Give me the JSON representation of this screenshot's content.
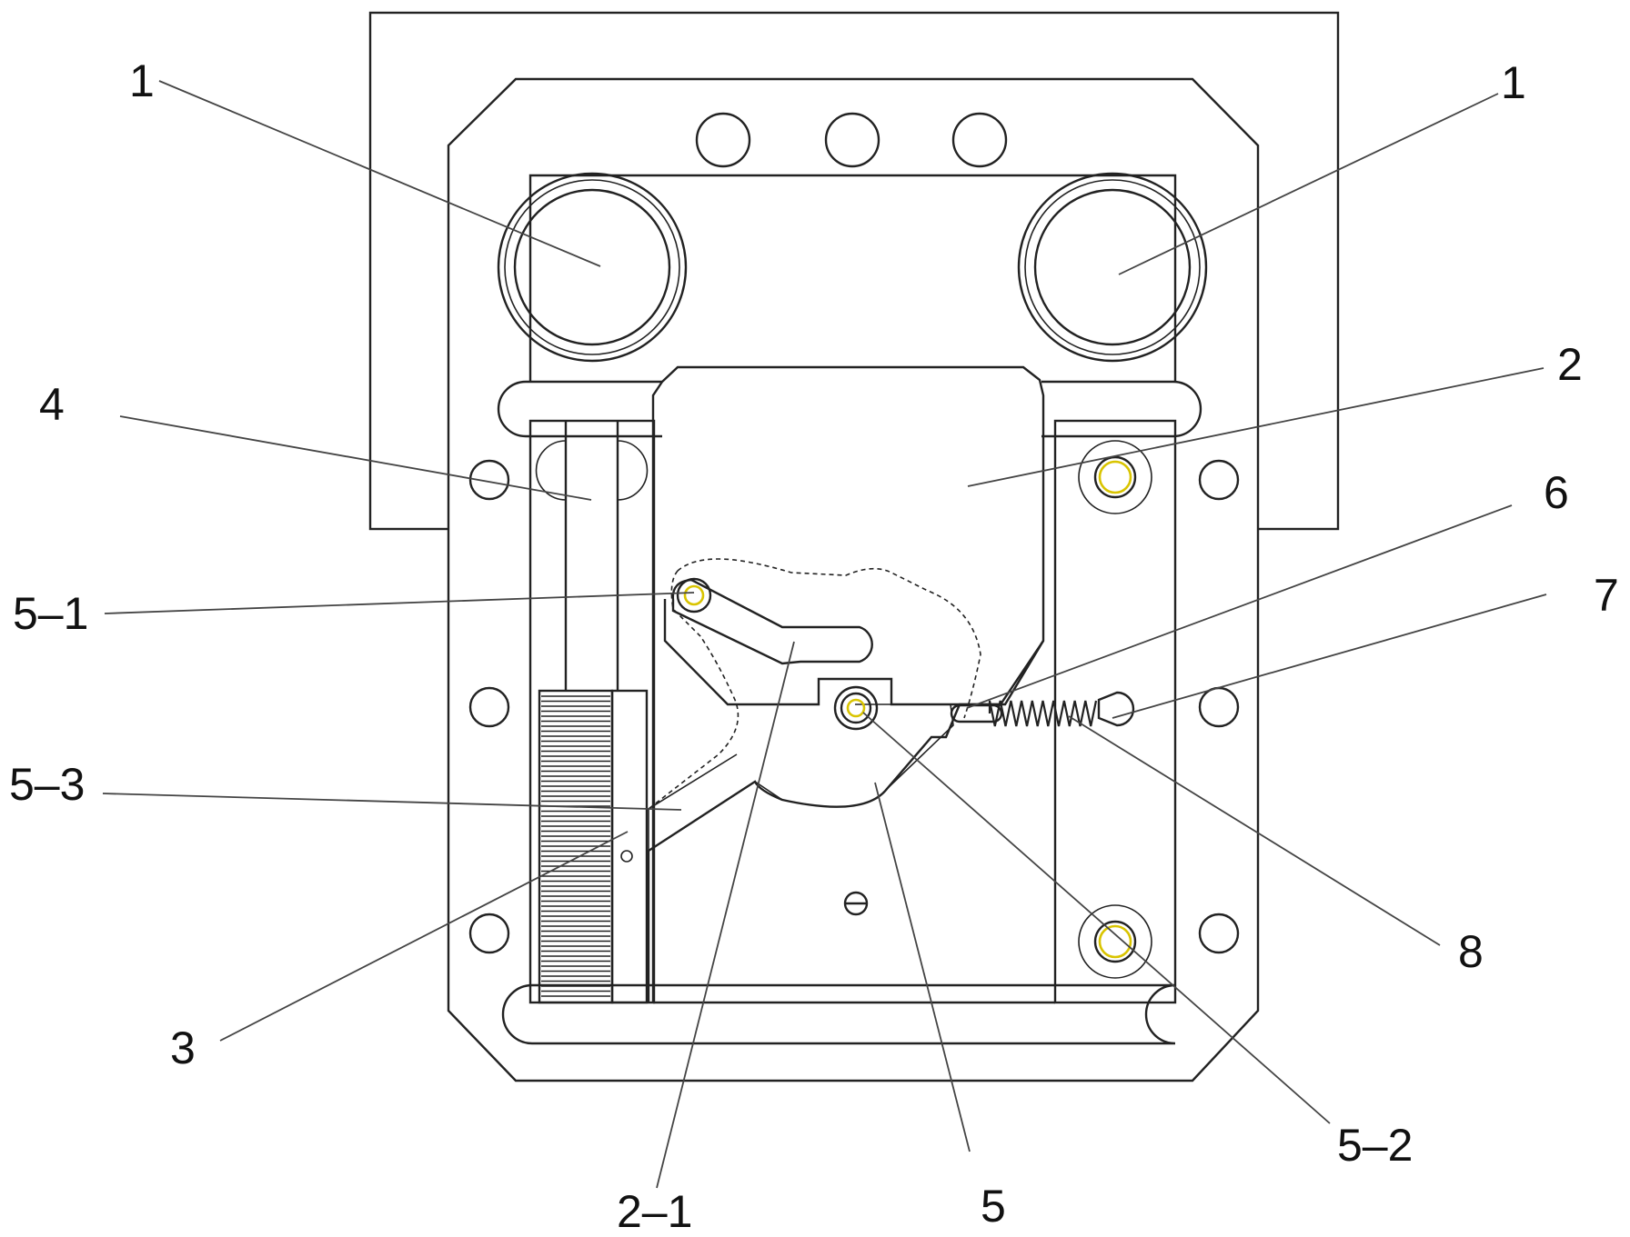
{
  "figure": {
    "callouts": {
      "part_1_left": "1",
      "part_1_right": "1",
      "part_2": "2",
      "part_2_1": "2–1",
      "part_3": "3",
      "part_4": "4",
      "part_5": "5",
      "part_5_1": "5–1",
      "part_5_2": "5–2",
      "part_5_3": "5–3",
      "part_6": "6",
      "part_7": "7",
      "part_8": "8"
    },
    "colors": {
      "line": "#222222",
      "background": "#ffffff",
      "highlight_ring": "#d9c400"
    }
  }
}
